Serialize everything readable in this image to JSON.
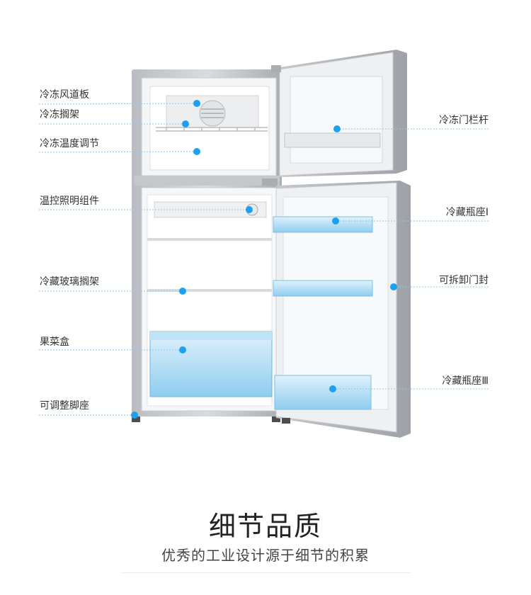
{
  "callouts_left": [
    {
      "label": "冷冻风道板"
    },
    {
      "label": "冷冻搁架"
    },
    {
      "label": "冷冻温度调节"
    },
    {
      "label": "温控照明组件"
    },
    {
      "label": "冷藏玻璃搁架"
    },
    {
      "label": "果菜盒"
    },
    {
      "label": "可调整脚座"
    }
  ],
  "callouts_right": [
    {
      "label": "冷冻门栏杆"
    },
    {
      "label": "冷藏瓶座Ⅰ"
    },
    {
      "label": "可拆卸门封"
    },
    {
      "label": "冷藏瓶座Ⅲ"
    }
  ],
  "footer": {
    "headline": "细节品质",
    "subline": "优秀的工业设计源于细节的积累"
  },
  "colors": {
    "accent": "#1a9be6",
    "dot": "#1ea0f0",
    "line": "#8cc8ee",
    "body": "#c9ccd0",
    "crisper": "#7fc4ea"
  }
}
